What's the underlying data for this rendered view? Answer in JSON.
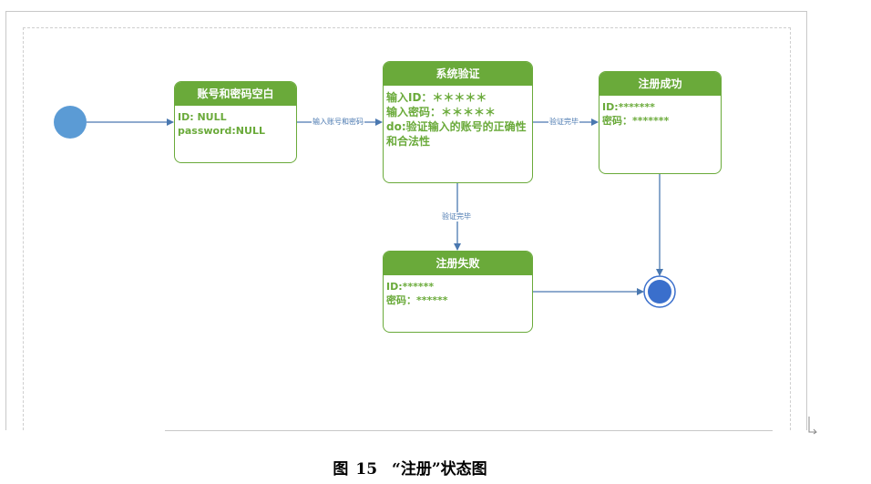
{
  "states": {
    "blank": {
      "title": "账号和密码空白",
      "lines": [
        "ID:  NULL",
        "password:NULL"
      ]
    },
    "verify": {
      "title": "系统验证",
      "lines": [
        "输入ID：＊＊＊＊＊",
        "输入密码：＊＊＊＊＊",
        "do:验证输入的账号的正确性",
        "和合法性"
      ]
    },
    "success": {
      "title": "注册成功",
      "lines": [
        "ID:*******",
        "密码：*******"
      ]
    },
    "fail": {
      "title": "注册失败",
      "lines": [
        "ID:******",
        "密码：******"
      ]
    }
  },
  "transitions": {
    "input_credentials": "输入账号和密码",
    "verify_done_success": "验证完毕",
    "verify_done_fail": "验证完毕"
  },
  "caption": {
    "label": "图",
    "number": "15",
    "title": "“注册”状态图"
  },
  "colors": {
    "state_green": "#6aaa3a",
    "arrow_blue": "#4a78b0",
    "initial_node": "#5b9bd5",
    "final_node": "#3a6fcc"
  }
}
